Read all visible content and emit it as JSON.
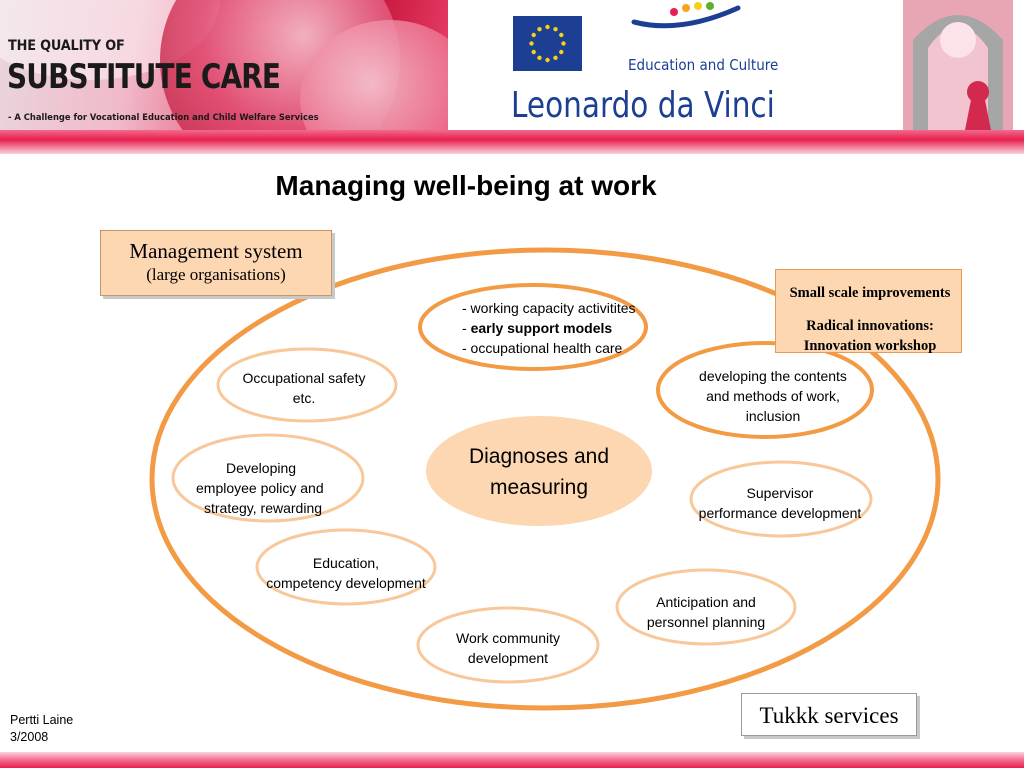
{
  "header": {
    "brand_line1": "THE QUALITY OF",
    "brand_line2": "SUBSTITUTE CARE",
    "brand_line3": "- A Challenge for Vocational Education and Child Welfare Services",
    "edu_culture": "Education and Culture",
    "program": "Leonardo da Vinci"
  },
  "colors": {
    "accent_orange": "#f39a45",
    "box_fill": "#fcd7b2",
    "eu_blue": "#1c3f93",
    "pink": "#e8204f"
  },
  "title": "Managing well-being at work",
  "management_box": {
    "line1": "Management system",
    "line2": "(large organisations)"
  },
  "small_box": {
    "line1": "Small scale improvements",
    "line2": "Radical innovations:",
    "line3": "Innovation workshop"
  },
  "center": {
    "line1": "Diagnoses and",
    "line2": "measuring"
  },
  "nodes": {
    "top": {
      "line1": "- working capacity activitites",
      "line2_prefix": "- ",
      "line2_bold": "early support models",
      "line3": "- occupational health care"
    },
    "occupational": {
      "line1": "Occupational safety",
      "line2": "etc."
    },
    "developing_contents": {
      "line1": "developing the contents",
      "line2": "and methods of work,",
      "line3": "inclusion"
    },
    "employee_policy": {
      "line1": "Developing",
      "line2": "employee policy and",
      "line3": "strategy, rewarding"
    },
    "supervisor": {
      "line1": "Supervisor",
      "line2": "performance development"
    },
    "education": {
      "line1": "Education,",
      "line2": "competency development"
    },
    "anticipation": {
      "line1": "Anticipation and",
      "line2": "personnel planning"
    },
    "work_community": {
      "line1": "Work community",
      "line2": "development"
    }
  },
  "footer": {
    "services": "Tukkk services",
    "author": "Pertti Laine",
    "date": "3/2008"
  }
}
